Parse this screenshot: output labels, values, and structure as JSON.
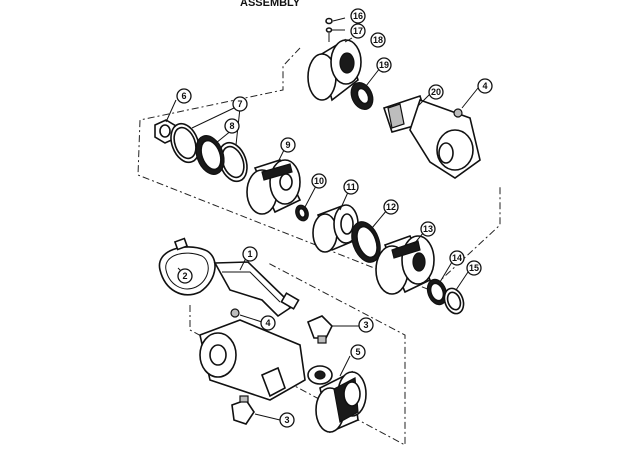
{
  "title_fragment": "ASSEMBLY",
  "callouts": [
    "1",
    "2",
    "3",
    "4",
    "5",
    "6",
    "7",
    "8",
    "9",
    "10",
    "11",
    "12",
    "13",
    "14",
    "15",
    "16",
    "17",
    "18",
    "19",
    "20"
  ]
}
